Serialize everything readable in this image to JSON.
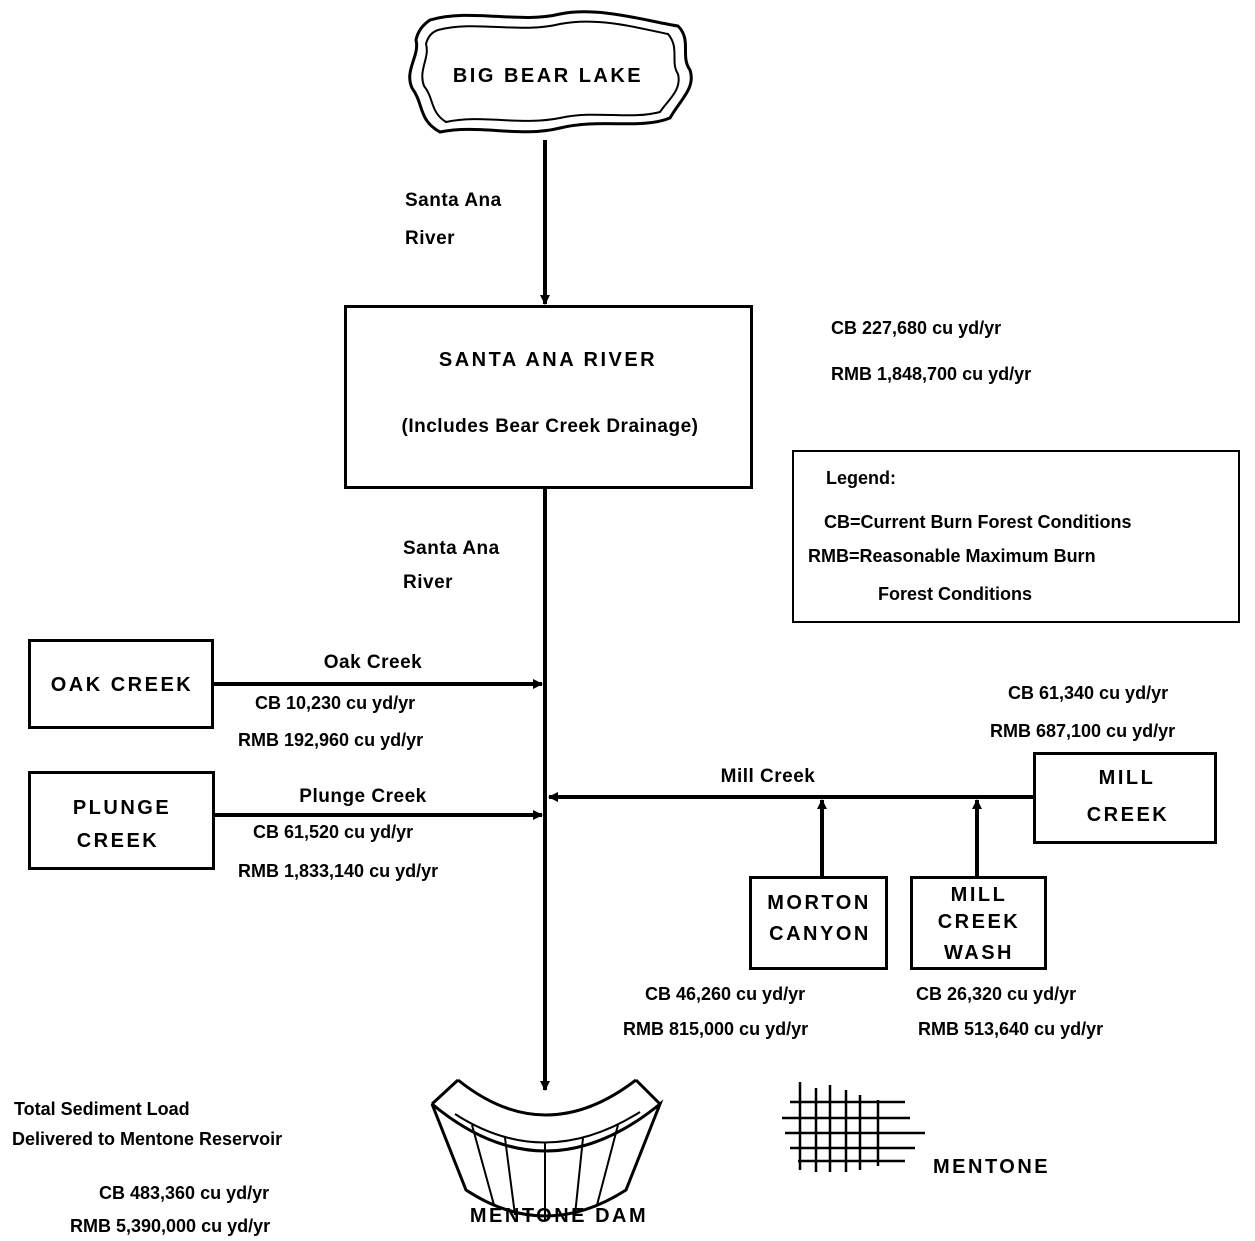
{
  "nodes": {
    "big_bear_lake": "BIG BEAR LAKE",
    "santa_ana_title": "SANTA ANA RIVER",
    "santa_ana_sub": "(Includes Bear Creek Drainage)",
    "oak_creek": "OAK CREEK",
    "plunge_line1": "PLUNGE",
    "plunge_line2": "CREEK",
    "mill_line1": "MILL",
    "mill_line2": "CREEK",
    "morton_line1": "MORTON",
    "morton_line2": "CANYON",
    "millwash_line1": "MILL",
    "millwash_line2": "CREEK",
    "millwash_line3": "WASH",
    "mentone_dam": "MENTONE DAM",
    "mentone": "MENTONE"
  },
  "edges": {
    "santa_ana_upper_1": "Santa Ana",
    "santa_ana_upper_2": "River",
    "santa_ana_lower_1": "Santa Ana",
    "santa_ana_lower_2": "River",
    "oak_creek": "Oak Creek",
    "plunge_creek": "Plunge Creek",
    "mill_creek": "Mill Creek"
  },
  "loads": {
    "santa_ana": {
      "cb": "CB  227,680 cu yd/yr",
      "rmb": "RMB  1,848,700 cu yd/yr"
    },
    "oak_creek": {
      "cb": "CB   10,230 cu yd/yr",
      "rmb": "RMB  192,960 cu yd/yr"
    },
    "plunge_creek": {
      "cb": "CB  61,520 cu yd/yr",
      "rmb": "RMB  1,833,140 cu yd/yr"
    },
    "mill_creek": {
      "cb": "CB  61,340 cu yd/yr",
      "rmb": "RMB  687,100 cu yd/yr"
    },
    "morton_canyon": {
      "cb": "CB  46,260 cu yd/yr",
      "rmb": "RMB 815,000 cu yd/yr"
    },
    "mill_creek_wash": {
      "cb": "CB  26,320 cu yd/yr",
      "rmb": "RMB  513,640 cu yd/yr"
    }
  },
  "legend": {
    "title": "Legend:",
    "cb": "CB=Current Burn Forest Conditions",
    "rmb_1": "RMB=Reasonable Maximum Burn",
    "rmb_2": "Forest Conditions"
  },
  "total": {
    "line1": "Total Sediment Load",
    "line2": "Delivered to Mentone Reservoir",
    "cb": "CB  483,360 cu yd/yr",
    "rmb": "RMB  5,390,000 cu yd/yr"
  },
  "colors": {
    "ink": "#000000",
    "paper": "#ffffff"
  }
}
